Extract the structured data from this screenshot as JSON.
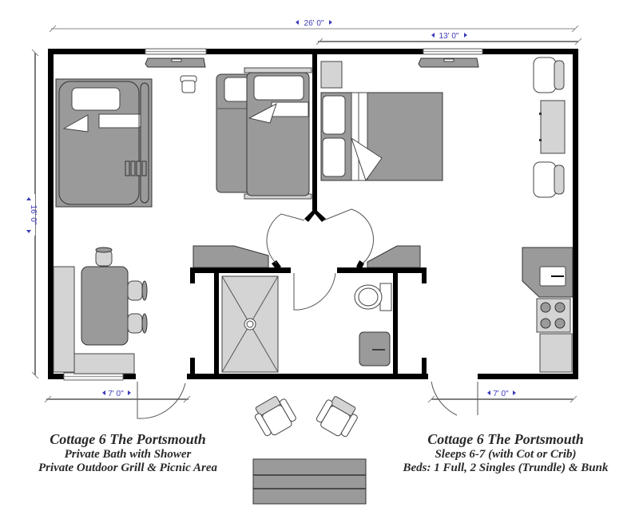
{
  "plan": {
    "name": "Cottage 6 The Portsmouth floor plan",
    "dimensions": {
      "overall_width": "26' 0\"",
      "right_room_width": "13' 0\"",
      "height": "16' 0\"",
      "left_porch": "7' 0\"",
      "right_porch": "7' 0\""
    },
    "rooms": [
      {
        "name": "Bedroom with full bed and trundle"
      },
      {
        "name": "Bunk room"
      },
      {
        "name": "Bathroom with shower"
      },
      {
        "name": "Dining area"
      },
      {
        "name": "Kitchenette"
      }
    ],
    "colors": {
      "wall": "#000000",
      "furniture": "#9a9a9a",
      "furniture_light": "#d4d4d4",
      "dimension_text": "#3a3ab8",
      "caption_text": "#2a2a2a"
    }
  },
  "captions": {
    "left": {
      "title": "Cottage 6 The Portsmouth",
      "line1": "Private Bath with Shower",
      "line2": "Private Outdoor Grill & Picnic Area"
    },
    "right": {
      "title": "Cottage 6 The Portsmouth",
      "line1": "Sleeps 6-7 (with Cot or Crib)",
      "line2": "Beds: 1 Full, 2 Singles (Trundle) & Bunk"
    }
  }
}
